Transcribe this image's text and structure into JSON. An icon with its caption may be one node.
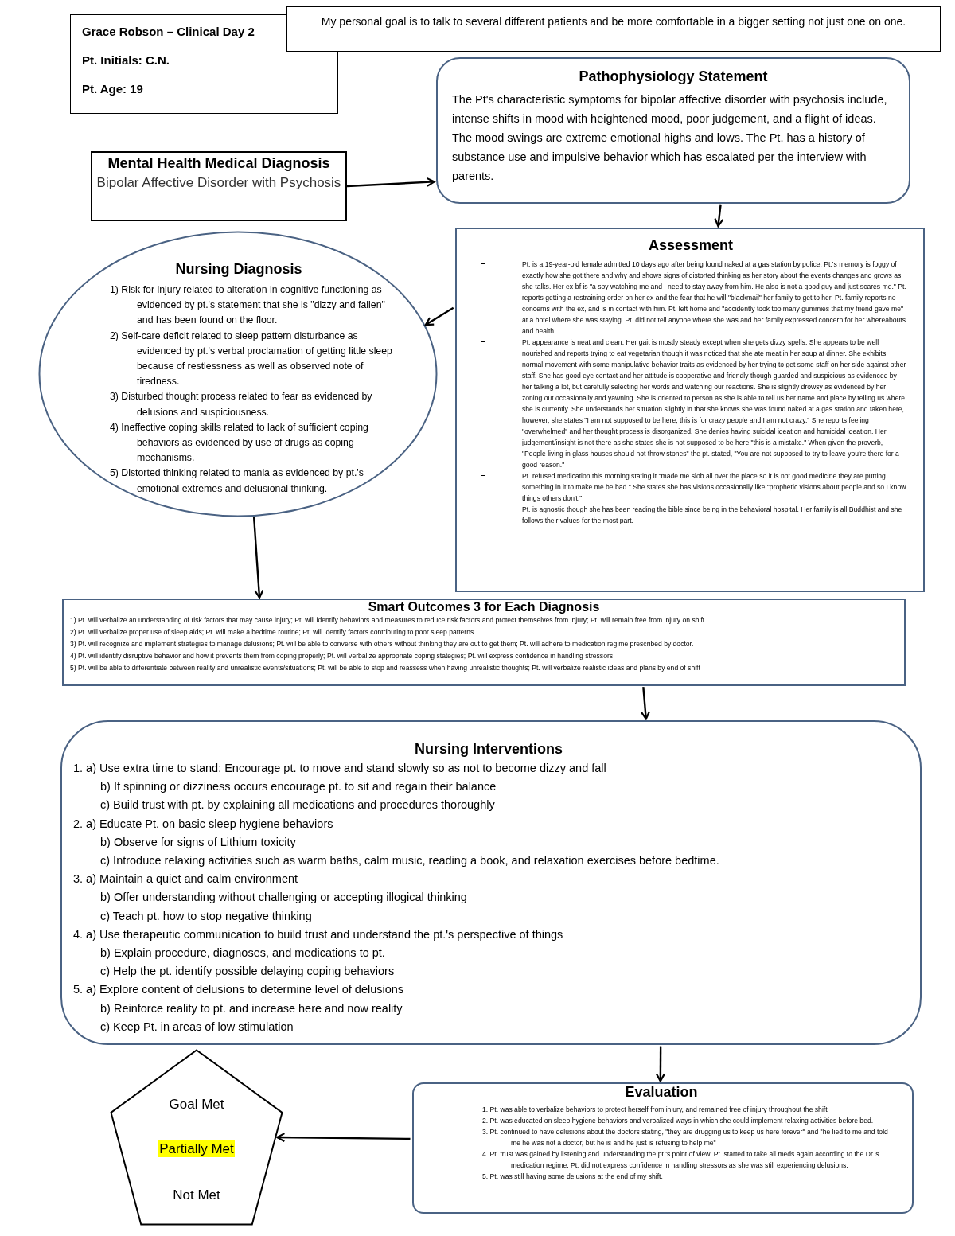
{
  "diagram": {
    "nodes": [
      {
        "text": [
          "Grace Robson – Clinical Day 2",
          "Pt. Initials: C.N.",
          "Pt. Age: 19"
        ]
      },
      {
        "text": [
          "My personal goal is to talk to several different patients and be more comfortable in a bigger setting not just one on one."
        ]
      },
      {
        "text": [
          "Mental Health Medical Diagnosis",
          "Bipolar Affective Disorder with Psychosis"
        ]
      },
      {
        "text": [
          "Pathophysiology Statement",
          "The Pt's characteristic symptoms for bipolar affective disorder with psychosis include, intense shifts in mood with heightened mood, poor judgement, and a flight of ideas. The mood swings are extreme emotional highs and lows. The Pt. has a history of substance use and impulsive behavior which has escalated per the interview with parents."
        ]
      },
      {
        "text": [
          "Assessment",
          "Pt. is a 19-year-old female admitted 10 days ago after being found naked at a gas station by police. Pt.'s memory is foggy of exactly how she got there and why and shows signs of distorted thinking as her story about the events changes and grows as she talks. Her ex-bf is \"a spy watching me and I need to stay away from him. He also is not a good guy and just scares me.\" Pt. reports getting a restraining order on her ex and the fear that he will \"blackmail\" her family to get to her. Pt. family reports no concerns with the ex, and is in contact with him. Pt. left home and \"accidently took too many gummies that my friend gave me\" at a hotel where she was staying. Pt. did not tell anyone where she was and her family expressed concern for her whereabouts and health.",
          "Pt. appearance is neat and clean. Her gait is mostly steady except when she gets dizzy spells. She appears to be well nourished and reports trying to eat vegetarian though it was noticed that she ate meat in her soup at dinner. She exhibits normal movement with some manipulative behavior traits as evidenced by her trying to get some staff on her side against other staff. She has good eye contact and her attitude is cooperative and friendly though guarded and suspicious as evidenced by her talking a lot, but carefully selecting her words and watching our reactions. She is slightly drowsy as evidenced by her zoning out occasionally and yawning. She is oriented to person as she is able to tell us her name and place by telling us where she is currently. She understands her situation slightly in that she knows she was found naked at a gas station and taken here, however, she states \"I am not supposed to be here, this is for crazy people and I am not crazy.\" She reports feeling \"overwhelmed\" and her thought process is disorganized. She denies having suicidal ideation and homicidal ideation. Her judgement/insight is not there as she states she is not supposed to be here \"this is a mistake.\" When given the proverb, \"People living in glass houses should not throw stones\" the pt. stated, \"You are not supposed to try to leave you're there for a good reason.\"",
          "Pt. refused medication this morning stating it \"made me slob all over the place so it is not good medicine they are putting something in it to make me be bad.\" She states she has visions occasionally like \"prophetic visions about people and so I know things others don't.\"",
          "Pt. is agnostic though she has been reading the bible since being in the behavioral hospital. Her family is all Buddhist and she follows their values for the most part."
        ]
      },
      {
        "text": [
          "Nursing Diagnosis",
          "1) Risk for injury related to alteration in cognitive functioning as evidenced by pt.'s statement that she is \"dizzy and fallen\" and has been found on the floor.",
          "2) Self-care deficit related to sleep pattern disturbance as evidenced by pt.'s verbal proclamation of getting little sleep because of restlessness as well as observed note of tiredness.",
          "3) Disturbed thought process related to fear as evidenced by delusions and suspiciousness.",
          "4) Ineffective coping skills related to lack of sufficient coping behaviors as evidenced by use of drugs as coping mechanisms.",
          "5) Distorted thinking related to mania as evidenced by pt.'s emotional extremes and delusional thinking."
        ]
      },
      {
        "text": [
          "Smart Outcomes 3 for Each Diagnosis",
          "1) Pt. will verbalize an understanding of risk factors that may cause injury; Pt. will identify behaviors and measures to reduce risk factors and protect themselves from injury; Pt. will remain free from injury on shift",
          "2) Pt. will verbalize proper use of sleep aids; Pt. will make a bedtime routine; Pt. will identify factors contributing to poor sleep patterns",
          "3) Pt. will recognize and implement strategies to manage delusions; Pt. will be able to converse with others without thinking they are out to get them; Pt. will adhere to medication regime prescribed by doctor.",
          "4) Pt. will identify disruptive behavior and how it prevents them from coping properly; Pt. will verbalize appropriate coping stategies; Pt. will express confidence in handling stressors",
          "5) Pt. will be able to differentiate between reality and unrealistic events/situations; Pt. will be able to stop and reassess when having unrealistic thoughts; Pt. will verbalize realistic ideas and plans by end of shift"
        ]
      },
      {
        "text": [
          "Nursing Interventions",
          "1. a) Use extra time to stand: Encourage pt. to move and stand slowly so as not to become dizzy and fall",
          "b) If spinning or dizziness occurs encourage pt. to sit and regain their balance",
          "c) Build trust with pt. by explaining all medications and procedures thoroughly",
          "2. a) Educate Pt. on basic sleep hygiene behaviors",
          "b) Observe for signs of Lithium toxicity",
          "c) Introduce relaxing activities such as warm baths, calm music, reading a book, and relaxation exercises before bedtime.",
          "3. a) Maintain a quiet and calm environment",
          "b) Offer understanding without challenging or accepting illogical thinking",
          "c) Teach pt. how to stop negative thinking",
          "4. a) Use therapeutic communication to build trust and understand the pt.'s perspective of things",
          "b) Explain procedure, diagnoses, and medications to pt.",
          "c) Help the pt. identify possible delaying coping behaviors",
          "5. a) Explore content of delusions to determine level of delusions",
          "b) Reinforce reality to pt. and increase here and now reality",
          "c) Keep Pt. in areas of low stimulation"
        ]
      },
      {
        "text": [
          "Evaluation",
          "1. Pt. was able to verbalize behaviors to protect herself from injury, and remained free of injury throughout the shift",
          "2. Pt. was educated on sleep hygiene behaviors and verbalized ways in which she could implement relaxing activities before bed.",
          "3. Pt. continued to have delusions about the doctors stating, \"they are drugging us to keep us here forever\" and \"he lied to me and told me he was not a doctor, but he is and he just is refusing to help me\"",
          "4. Pt. trust was gained by listening and understanding the pt.'s point of view. Pt. started to take all meds again according to the Dr.'s medication regime. Pt. did not express confidence in handling stressors as she was still experiencing delusions.",
          "5. Pt. was still having some delusions at the end of my shift."
        ]
      },
      {
        "text": [
          "Goal Met",
          "Partially Met",
          "Not Met"
        ]
      }
    ],
    "edges": [
      {
        "from": 2,
        "to": 3,
        "arrow": "to"
      },
      {
        "from": 3,
        "to": 4,
        "arrow": "to"
      },
      {
        "from": 4,
        "to": 5,
        "arrow": "to"
      },
      {
        "from": 5,
        "to": 6,
        "arrow": "to"
      },
      {
        "from": 6,
        "to": 7,
        "arrow": "to"
      },
      {
        "from": 7,
        "to": 8,
        "arrow": "to"
      },
      {
        "from": 8,
        "to": 9,
        "arrow": "to"
      }
    ]
  }
}
